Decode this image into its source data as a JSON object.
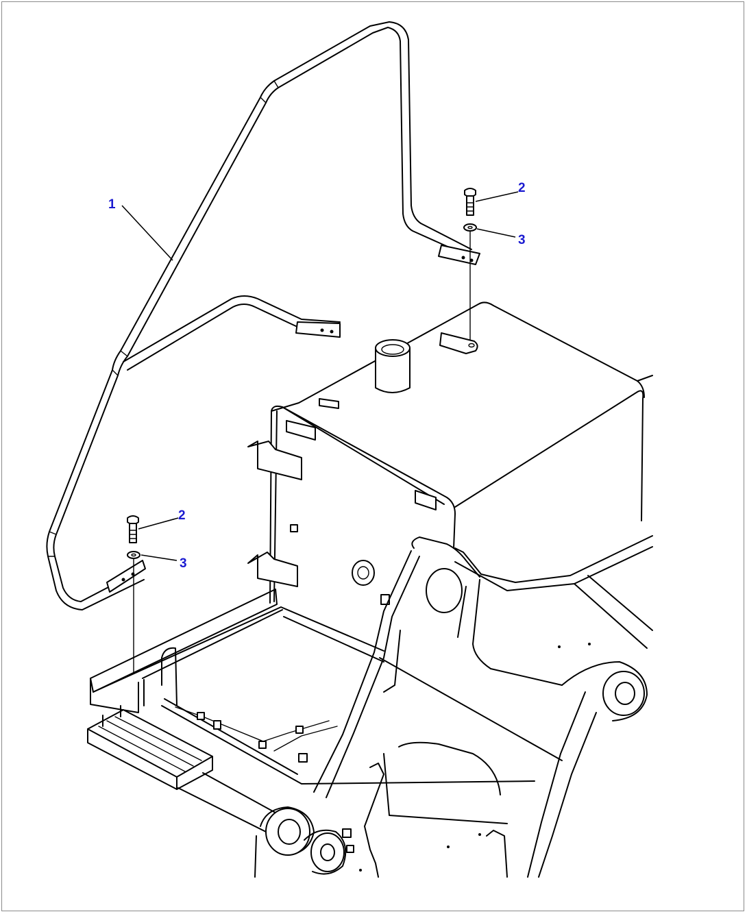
{
  "diagram": {
    "callouts": [
      {
        "id": "c1",
        "label": "1"
      },
      {
        "id": "c2a",
        "label": "2"
      },
      {
        "id": "c3a",
        "label": "3"
      },
      {
        "id": "c2b",
        "label": "2"
      },
      {
        "id": "c3b",
        "label": "3"
      }
    ],
    "colors": {
      "callout": "#1a1ad0",
      "line": "#000000",
      "frame": "#8a8a8a"
    }
  }
}
